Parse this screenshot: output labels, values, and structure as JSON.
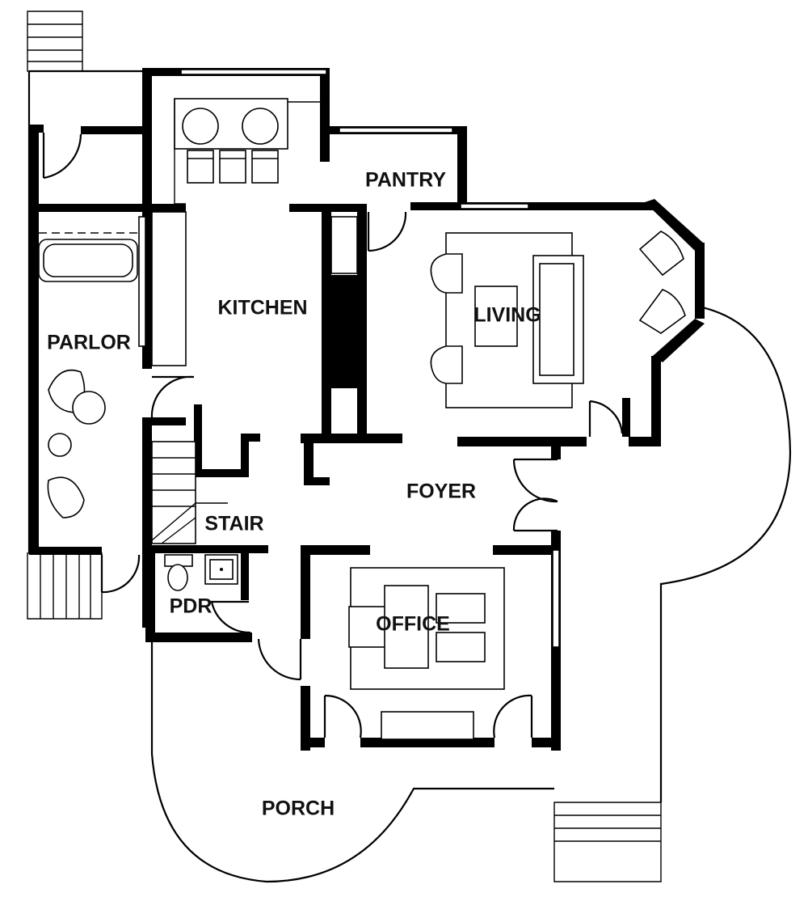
{
  "rooms": {
    "parlor": "PARLOR",
    "kitchen": "KITCHEN",
    "pantry": "PANTRY",
    "living": "LIVING",
    "foyer": "FOYER",
    "stair": "STAIR",
    "pdr": "PDR",
    "office": "OFFICE",
    "porch": "PORCH"
  },
  "colors": {
    "ink": "#000000",
    "paper": "#ffffff"
  },
  "icons": [
    "door-swing-icon",
    "window-icon",
    "stool-icon",
    "armchair-icon",
    "toilet-icon",
    "sink-icon",
    "bathtub-icon",
    "sofa-icon",
    "desk-icon",
    "stair-icon",
    "fireplace-icon"
  ]
}
